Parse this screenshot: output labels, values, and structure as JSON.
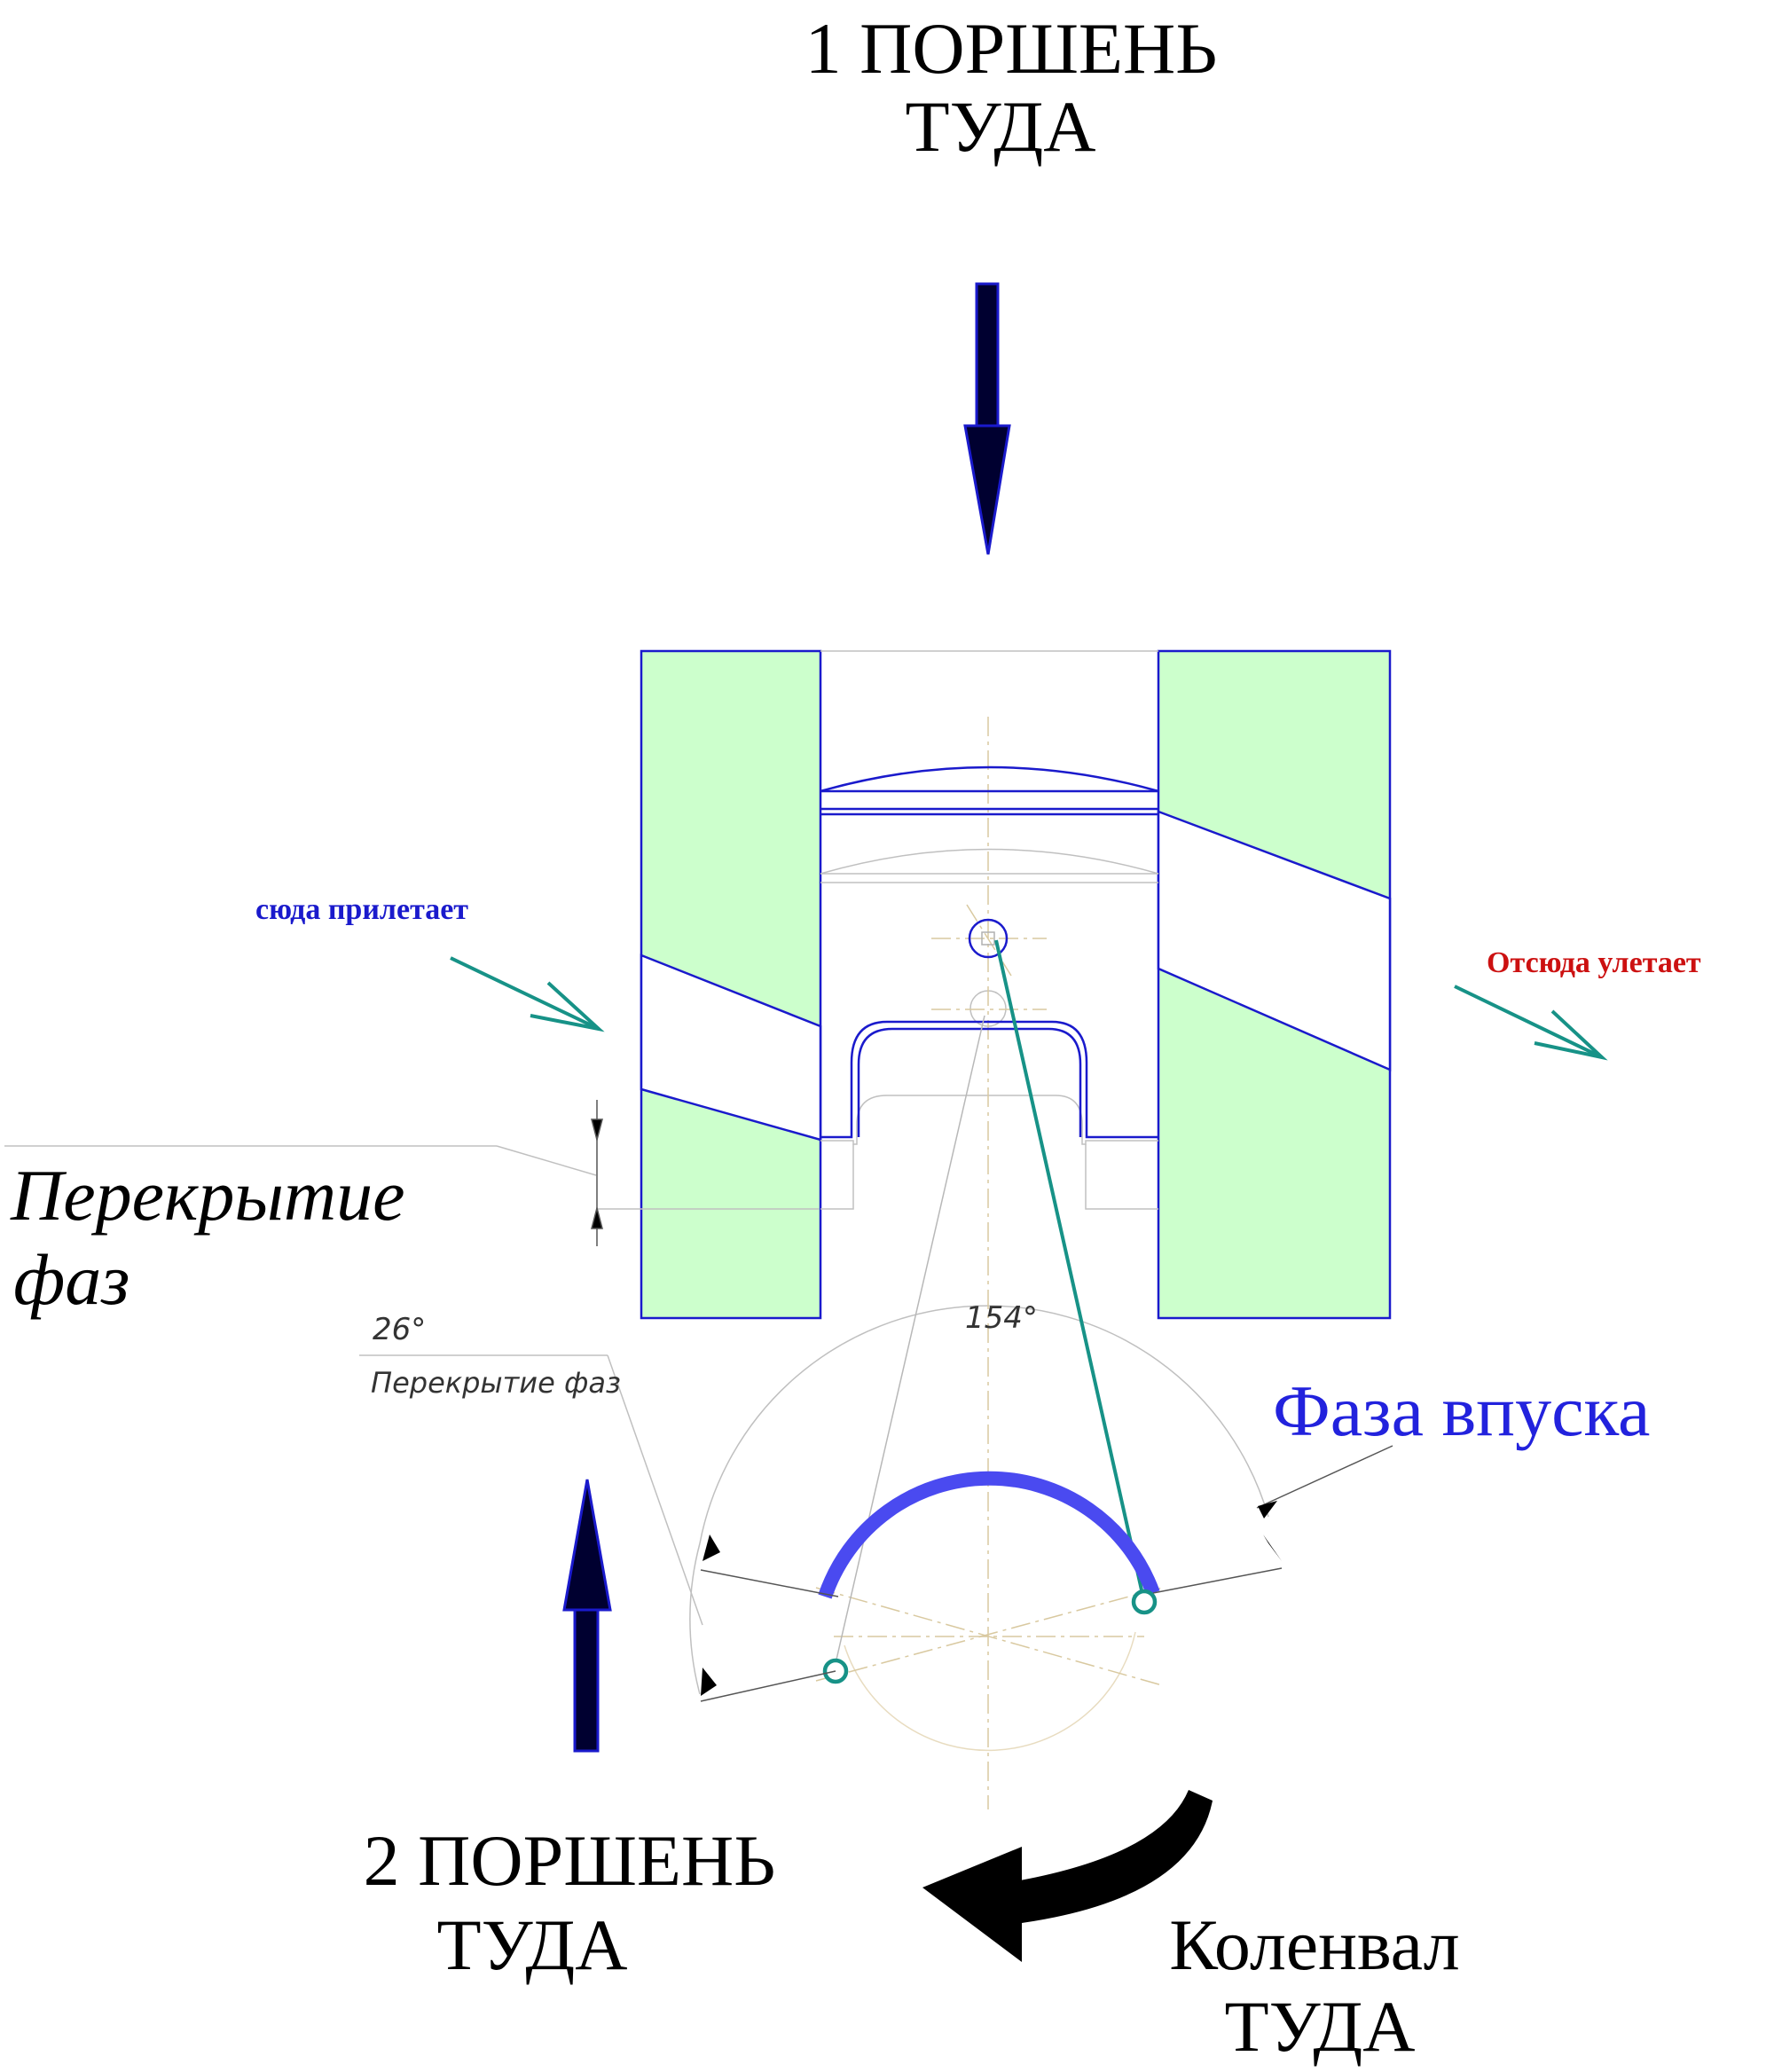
{
  "labels": {
    "piston1_line1": "1 ПОРШЕНЬ",
    "piston1_line2": "ТУДА",
    "piston2_line1": "2 ПОРШЕНЬ",
    "piston2_line2": "ТУДА",
    "crankshaft_line1": "Коленвал",
    "crankshaft_line2": "ТУДА",
    "inlet_text": "сюда прилетает",
    "outlet_text": "Отсюда улетает",
    "overlap_big_line1": "Перекрытие",
    "overlap_big_line2": "фаз",
    "overlap_small": "Перекрытие фаз",
    "angle_overlap": "26°",
    "angle_intake": "154°",
    "intake_phase": "Фаза впуска"
  },
  "colors": {
    "outline_blue": "#1a1acc",
    "port_fill": "#ccffcc",
    "teal": "#179287",
    "intake_arc": "#4a4af0",
    "outlet_red": "#cc1111",
    "arrow_fill": "#000030",
    "construction": "#c0c0c0"
  },
  "icons": {
    "arrow_down": "arrow-down-icon",
    "arrow_up": "arrow-up-icon",
    "rotation_arrow": "curved-arrow-icon"
  }
}
